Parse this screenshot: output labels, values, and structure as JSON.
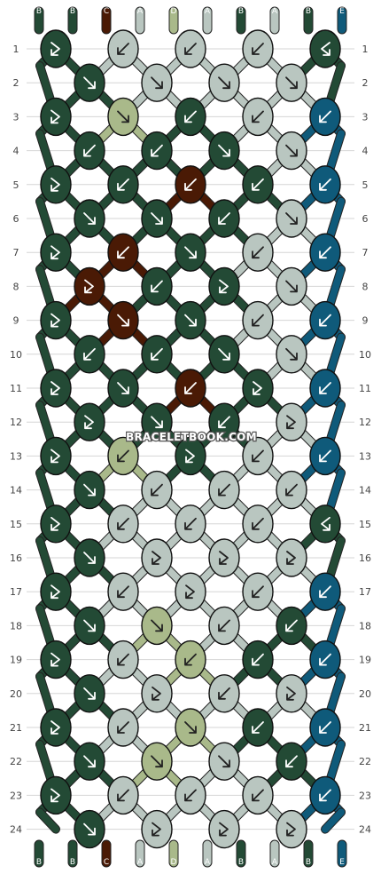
{
  "watermark": "BRACELETBOOK.COM",
  "strand_letters": [
    "B",
    "B",
    "C",
    "A",
    "D",
    "A",
    "B",
    "A",
    "B",
    "E"
  ],
  "row_numbers": [
    "1",
    "2",
    "3",
    "4",
    "5",
    "6",
    "7",
    "8",
    "9",
    "10",
    "11",
    "12",
    "13",
    "14",
    "15",
    "16",
    "17",
    "18",
    "19",
    "20",
    "21",
    "22",
    "23",
    "24"
  ],
  "colors": {
    "A": "#b9c6c0",
    "B": "#234a35",
    "C": "#4a1a05",
    "D": "#a9b98a",
    "E": "#0f5a7a"
  },
  "knot_legend": {
    "f": "forward-knot",
    "b": "backward-knot",
    "fb": "forward-backward-knot",
    "bf": "backward-forward-knot"
  },
  "knots": [
    [
      "fb",
      "b",
      "b",
      "b",
      "bf"
    ],
    [
      "f",
      "f",
      "f",
      "f"
    ],
    [
      "fb",
      "f",
      "b",
      "b",
      "b"
    ],
    [
      "b",
      "b",
      "f",
      "f"
    ],
    [
      "fb",
      "b",
      "b",
      "b",
      "b"
    ],
    [
      "f",
      "f",
      "b",
      "f"
    ],
    [
      "fb",
      "b",
      "f",
      "b",
      "b"
    ],
    [
      "fb",
      "b",
      "fb",
      "f"
    ],
    [
      "fb",
      "f",
      "f",
      "b",
      "b"
    ],
    [
      "b",
      "b",
      "f",
      "f"
    ],
    [
      "fb",
      "f",
      "b",
      "fb",
      "b"
    ],
    [
      "fb",
      "f",
      "b",
      "fb"
    ],
    [
      "fb",
      "b",
      "fb",
      "b",
      "b"
    ],
    [
      "f",
      "b",
      "b",
      "b"
    ],
    [
      "fb",
      "b",
      "b",
      "b",
      "bf"
    ],
    [
      "f",
      "fb",
      "fb",
      "fb"
    ],
    [
      "fb",
      "b",
      "fb",
      "b",
      "b"
    ],
    [
      "f",
      "f",
      "b",
      "b"
    ],
    [
      "fb",
      "b",
      "b",
      "b",
      "b"
    ],
    [
      "f",
      "fb",
      "b",
      "fb"
    ],
    [
      "fb",
      "b",
      "f",
      "b",
      "b"
    ],
    [
      "f",
      "f",
      "f",
      "b"
    ],
    [
      "fb",
      "b",
      "b",
      "b",
      "b"
    ],
    [
      "f",
      "fb",
      "fb",
      "fb"
    ]
  ],
  "knot_colors": [
    [
      "B",
      "A",
      "A",
      "A",
      "B"
    ],
    [
      "B",
      "A",
      "A",
      "A"
    ],
    [
      "B",
      "D",
      "B",
      "A",
      "E"
    ],
    [
      "B",
      "B",
      "B",
      "A"
    ],
    [
      "B",
      "B",
      "C",
      "B",
      "E"
    ],
    [
      "B",
      "B",
      "B",
      "A"
    ],
    [
      "B",
      "C",
      "B",
      "A",
      "E"
    ],
    [
      "C",
      "B",
      "B",
      "A"
    ],
    [
      "B",
      "C",
      "B",
      "A",
      "E"
    ],
    [
      "B",
      "B",
      "B",
      "A"
    ],
    [
      "B",
      "B",
      "C",
      "B",
      "E"
    ],
    [
      "B",
      "B",
      "B",
      "A"
    ],
    [
      "B",
      "D",
      "B",
      "A",
      "E"
    ],
    [
      "B",
      "A",
      "A",
      "A"
    ],
    [
      "B",
      "A",
      "A",
      "A",
      "B"
    ],
    [
      "B",
      "A",
      "A",
      "A"
    ],
    [
      "B",
      "A",
      "A",
      "A",
      "E"
    ],
    [
      "B",
      "D",
      "A",
      "B"
    ],
    [
      "B",
      "A",
      "D",
      "B",
      "E"
    ],
    [
      "B",
      "A",
      "A",
      "A"
    ],
    [
      "B",
      "A",
      "D",
      "B",
      "E"
    ],
    [
      "B",
      "D",
      "A",
      "B"
    ],
    [
      "B",
      "A",
      "A",
      "A",
      "E"
    ],
    [
      "B",
      "A",
      "A",
      "A"
    ]
  ]
}
